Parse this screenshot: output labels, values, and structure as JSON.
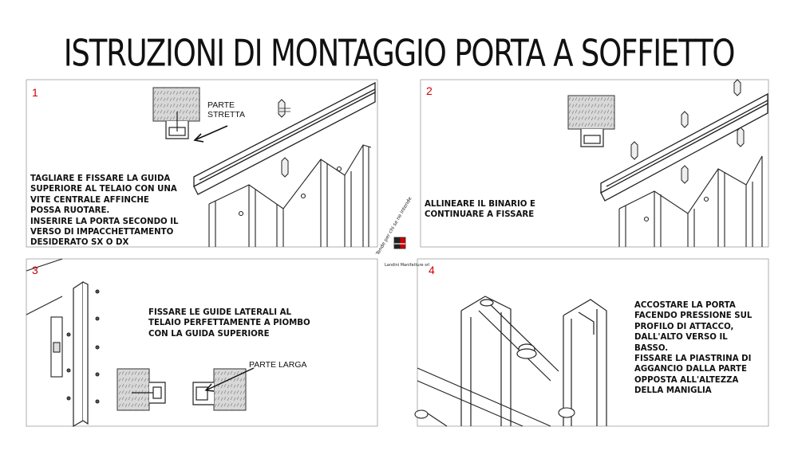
{
  "title": "ISTRUZIONI DI MONTAGGIO PORTA A SOFFIETTO",
  "panels": [
    {
      "number": "1",
      "text": "TAGLIARE E FISSARE LA GUIDA\nSUPERIORE AL TELAIO CON UNA\nVITE CENTRALE AFFINCHE\nPOSSA RUOTARE.\nINSERIRE LA PORTA SECONDO IL\nVERSO DI IMPACCHETTAMENTO\nDESIDERATO SX O DX",
      "label": "PARTE\nSTRETTA"
    },
    {
      "number": "2",
      "text": "ALLINEARE IL BINARIO E\nCONTINUARE A FISSARE"
    },
    {
      "number": "3",
      "text": "FISSARE LE GUIDE LATERALI AL\nTELAIO PERFETTAMENTE A PIOMBO\nCON LA GUIDA SUPERIORE",
      "label": "PARTE LARGA"
    },
    {
      "number": "4",
      "text": "ACCOSTARE LA PORTA\nFACENDO PRESSIONE SUL\nPROFILO DI ATTACCO,\nDALL'ALTO VERSO IL\nBASSO.\nFISSARE LA PIASTRINA DI\nAGGANCIO DALLA PARTE\nOPPOSTA ALL'ALTEZZA\nDELLA MANIGLIA"
    }
  ],
  "logo": {
    "tagline": "Tende per chi se ne intende",
    "company": "Landini Manifatture srl"
  }
}
